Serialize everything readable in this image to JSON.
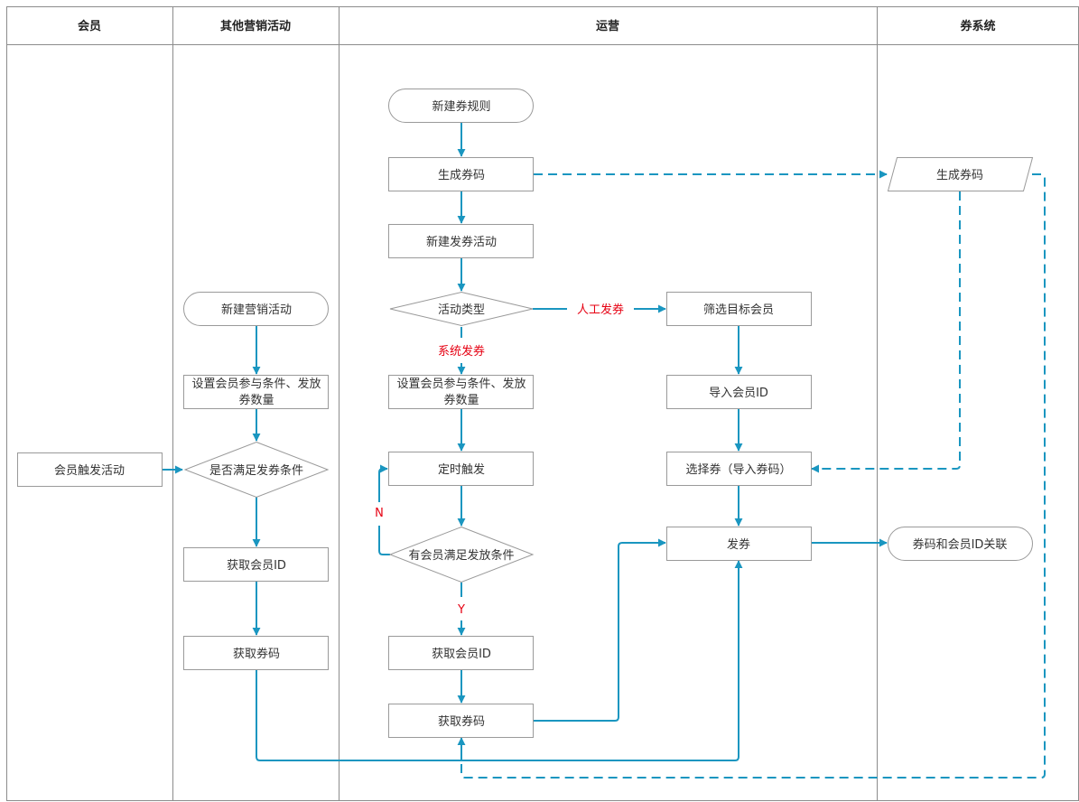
{
  "lanes": {
    "member": "会员",
    "marketing": "其他营销活动",
    "operations": "运营",
    "coupon_system": "券系统"
  },
  "member": {
    "trigger_activity": "会员触发活动"
  },
  "marketing": {
    "new_marketing_activity": "新建营销活动",
    "set_conditions_line1": "设置会员参与条件、发放",
    "set_conditions_line2": "券数量",
    "meets_condition": "是否满足发券条件",
    "get_member_id": "获取会员ID",
    "get_coupon_code": "获取券码"
  },
  "operations": {
    "new_coupon_rule": "新建券规则",
    "generate_code": "生成券码",
    "new_issue_activity": "新建发券活动",
    "activity_type": "活动类型",
    "manual_issue": "人工发券",
    "system_issue": "系统发券",
    "set_conditions_line1": "设置会员参与条件、发放",
    "set_conditions_line2": "券数量",
    "timed_trigger": "定时触发",
    "member_meets_condition": "有会员满足发放条件",
    "no_label": "N",
    "yes_label": "Y",
    "get_member_id": "获取会员ID",
    "get_coupon_code": "获取券码",
    "filter_members": "筛选目标会员",
    "import_member_id": "导入会员ID",
    "select_coupon": "选择券（导入券码）",
    "issue_coupon": "发券"
  },
  "coupon_system": {
    "generate_code": "生成券码",
    "link_code_member": "券码和会员ID关联"
  },
  "colors": {
    "arrow": "#1a96c0",
    "border": "#9a9a9a",
    "branch_label": "#e60012",
    "text": "#333333",
    "header_text": "#222222"
  }
}
